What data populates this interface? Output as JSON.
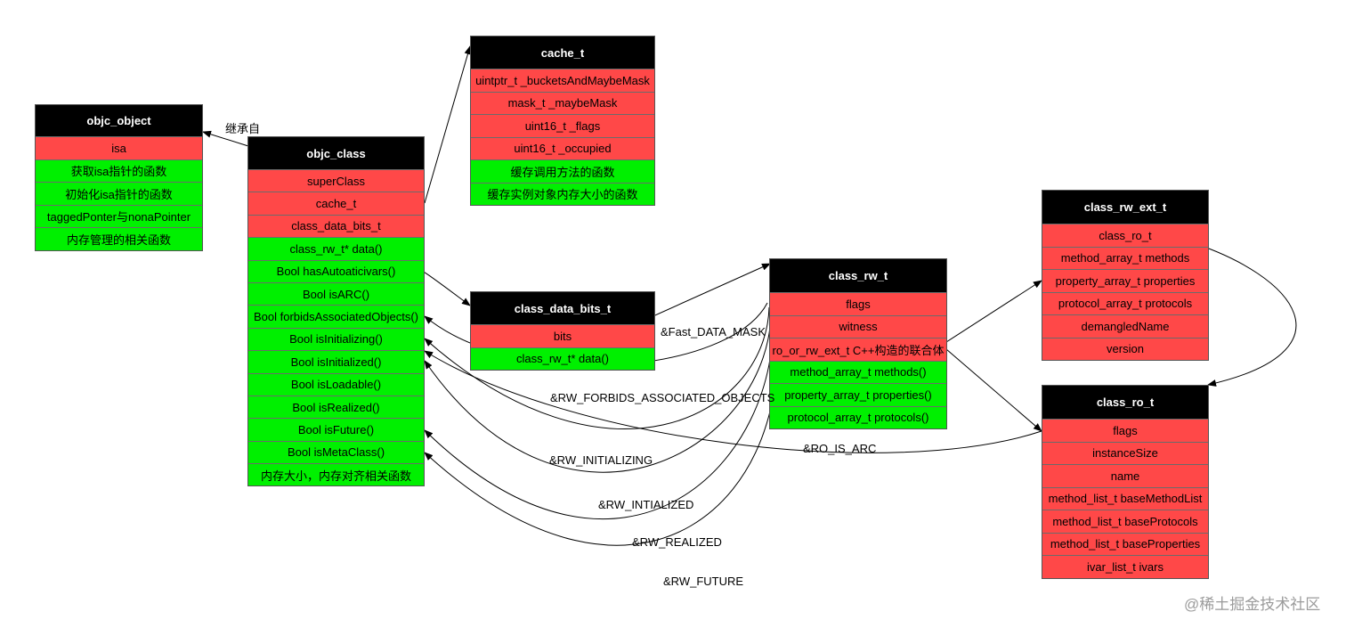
{
  "boxes": {
    "objc_object": {
      "title": "objc_object",
      "rows": [
        {
          "text": "isa",
          "color": "red"
        },
        {
          "text": "获取isa指针的函数",
          "color": "green"
        },
        {
          "text": "初始化isa指针的函数",
          "color": "green"
        },
        {
          "text": "taggedPonter与nonaPointer",
          "color": "green"
        },
        {
          "text": "内存管理的相关函数",
          "color": "green"
        }
      ]
    },
    "objc_class": {
      "title": "objc_class",
      "rows": [
        {
          "text": "superClass",
          "color": "red"
        },
        {
          "text": "cache_t",
          "color": "red"
        },
        {
          "text": "class_data_bits_t",
          "color": "red"
        },
        {
          "text": "class_rw_t* data()",
          "color": "green"
        },
        {
          "text": "Bool hasAutoaticivars()",
          "color": "green"
        },
        {
          "text": "Bool isARC()",
          "color": "green"
        },
        {
          "text": "Bool forbidsAssociatedObjects()",
          "color": "green"
        },
        {
          "text": "Bool isInitializing()",
          "color": "green"
        },
        {
          "text": "Bool isInitialized()",
          "color": "green"
        },
        {
          "text": "Bool isLoadable()",
          "color": "green"
        },
        {
          "text": "Bool isRealized()",
          "color": "green"
        },
        {
          "text": "Bool isFuture()",
          "color": "green"
        },
        {
          "text": "Bool isMetaClass()",
          "color": "green"
        },
        {
          "text": "内存大小，内存对齐相关函数",
          "color": "green"
        }
      ]
    },
    "cache_t": {
      "title": "cache_t",
      "rows": [
        {
          "text": "uintptr_t  _bucketsAndMaybeMask",
          "color": "red"
        },
        {
          "text": "mask_t _maybeMask",
          "color": "red"
        },
        {
          "text": "uint16_t _flags",
          "color": "red"
        },
        {
          "text": "uint16_t _occupied",
          "color": "red"
        },
        {
          "text": "缓存调用方法的函数",
          "color": "green"
        },
        {
          "text": "缓存实例对象内存大小的函数",
          "color": "green"
        }
      ]
    },
    "class_data_bits_t": {
      "title": "class_data_bits_t",
      "rows": [
        {
          "text": "bits",
          "color": "red"
        },
        {
          "text": "class_rw_t* data()",
          "color": "green"
        }
      ]
    },
    "class_rw_t": {
      "title": "class_rw_t",
      "rows": [
        {
          "text": "flags",
          "color": "red"
        },
        {
          "text": "witness",
          "color": "red"
        },
        {
          "text": "ro_or_rw_ext_t  C++构造的联合体",
          "color": "red"
        },
        {
          "text": "method_array_t methods()",
          "color": "green"
        },
        {
          "text": "property_array_t   properties()",
          "color": "green"
        },
        {
          "text": "protocol_array_t   protocols()",
          "color": "green"
        }
      ]
    },
    "class_rw_ext_t": {
      "title": "class_rw_ext_t",
      "rows": [
        {
          "text": "class_ro_t",
          "color": "red"
        },
        {
          "text": "method_array_t  methods",
          "color": "red"
        },
        {
          "text": "property_array_t  properties",
          "color": "red"
        },
        {
          "text": "protocol_array_t  protocols",
          "color": "red"
        },
        {
          "text": "demangledName",
          "color": "red"
        },
        {
          "text": "version",
          "color": "red"
        }
      ]
    },
    "class_ro_t": {
      "title": "class_ro_t",
      "rows": [
        {
          "text": "flags",
          "color": "red"
        },
        {
          "text": "instanceSize",
          "color": "red"
        },
        {
          "text": "name",
          "color": "red"
        },
        {
          "text": "method_list_t baseMethodList",
          "color": "red"
        },
        {
          "text": "method_list_t   baseProtocols",
          "color": "red"
        },
        {
          "text": "method_list_t  baseProperties",
          "color": "red"
        },
        {
          "text": "ivar_list_t  ivars",
          "color": "red"
        }
      ]
    }
  },
  "labels": {
    "inherit": "继承自",
    "fast_data_mask": "&Fast_DATA_MASK",
    "rw_forbids": "&RW_FORBIDS_ASSOCIATED_OBJECTS",
    "ro_is_arc": "&RO_IS_ARC",
    "rw_initializing": "&RW_INITIALIZING",
    "rw_intialized": "&RW_INTIALIZED",
    "rw_realized": "&RW_REALIZED",
    "rw_future": "&RW_FUTURE"
  },
  "watermark": "@稀土掘金技术社区",
  "colors": {
    "red": "#ff4848",
    "green": "#00f000",
    "header": "#000000"
  }
}
